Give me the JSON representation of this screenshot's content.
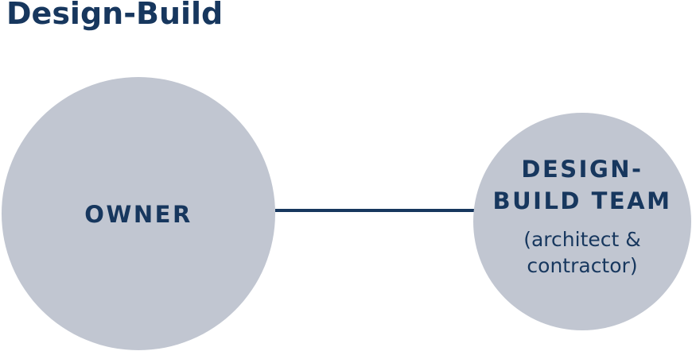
{
  "title": "Design-Build",
  "nodes": {
    "owner": {
      "label": "OWNER"
    },
    "design_build_team": {
      "label_line1": "DESIGN-",
      "label_line2": "BUILD TEAM",
      "sub_line1": "(architect &",
      "sub_line2": "contractor)"
    }
  },
  "colors": {
    "text": "#17375e",
    "circle_fill": "#c1c6d1",
    "connector": "#17375e"
  }
}
